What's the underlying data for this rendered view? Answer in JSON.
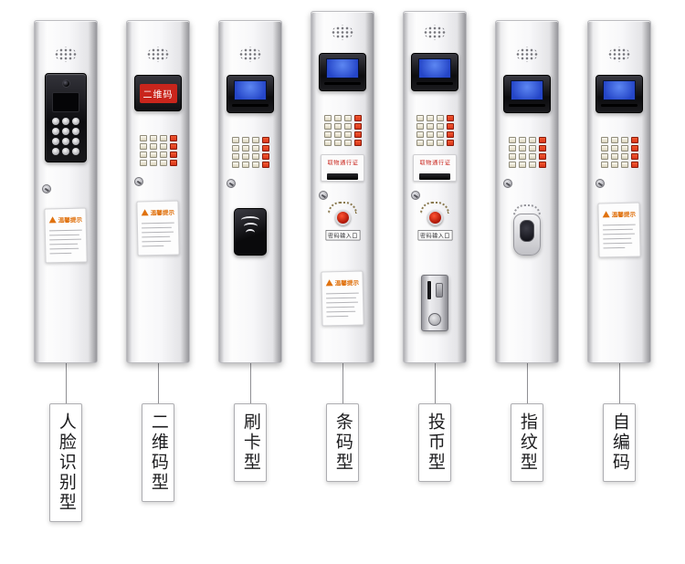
{
  "colors": {
    "screen_blue": "#2546c8",
    "keypad_red": "#d8341a",
    "accent_red": "#c9251c",
    "warning_orange": "#e0720f"
  },
  "panels": [
    {
      "id": "face-recognition",
      "label": "人脸识别型",
      "tall": false,
      "components": [
        {
          "type": "speaker"
        },
        {
          "type": "intercom"
        },
        {
          "type": "lock"
        },
        {
          "type": "warning",
          "title": "温馨提示"
        }
      ]
    },
    {
      "id": "qr-code",
      "label": "二维码型",
      "tall": false,
      "components": [
        {
          "type": "speaker"
        },
        {
          "type": "qr-screen",
          "text": "二维码"
        },
        {
          "type": "keypad"
        },
        {
          "type": "lock"
        },
        {
          "type": "warning",
          "title": "温馨提示"
        }
      ]
    },
    {
      "id": "card-swipe",
      "label": "刷卡型",
      "tall": false,
      "components": [
        {
          "type": "speaker"
        },
        {
          "type": "lcd"
        },
        {
          "type": "keypad"
        },
        {
          "type": "lock"
        },
        {
          "type": "card-reader"
        }
      ]
    },
    {
      "id": "barcode",
      "label": "条码型",
      "tall": true,
      "components": [
        {
          "type": "speaker"
        },
        {
          "type": "lcd"
        },
        {
          "type": "keypad"
        },
        {
          "type": "pass-slot",
          "text": "取物通行证"
        },
        {
          "type": "lock"
        },
        {
          "type": "dial",
          "text": "密码输入口"
        },
        {
          "type": "warning",
          "title": "温馨提示"
        }
      ]
    },
    {
      "id": "coin",
      "label": "投币型",
      "tall": true,
      "components": [
        {
          "type": "speaker"
        },
        {
          "type": "lcd"
        },
        {
          "type": "keypad"
        },
        {
          "type": "pass-slot",
          "text": "取物通行证"
        },
        {
          "type": "lock"
        },
        {
          "type": "dial",
          "text": "密码输入口"
        },
        {
          "type": "coin-acceptor"
        }
      ]
    },
    {
      "id": "fingerprint",
      "label": "指纹型",
      "tall": false,
      "components": [
        {
          "type": "speaker"
        },
        {
          "type": "lcd"
        },
        {
          "type": "keypad"
        },
        {
          "type": "lock"
        },
        {
          "type": "fingerprint-reader"
        }
      ]
    },
    {
      "id": "self-coding",
      "label": "自编码",
      "tall": false,
      "components": [
        {
          "type": "speaker"
        },
        {
          "type": "lcd"
        },
        {
          "type": "keypad"
        },
        {
          "type": "lock"
        },
        {
          "type": "warning",
          "title": "温馨提示"
        }
      ]
    }
  ]
}
